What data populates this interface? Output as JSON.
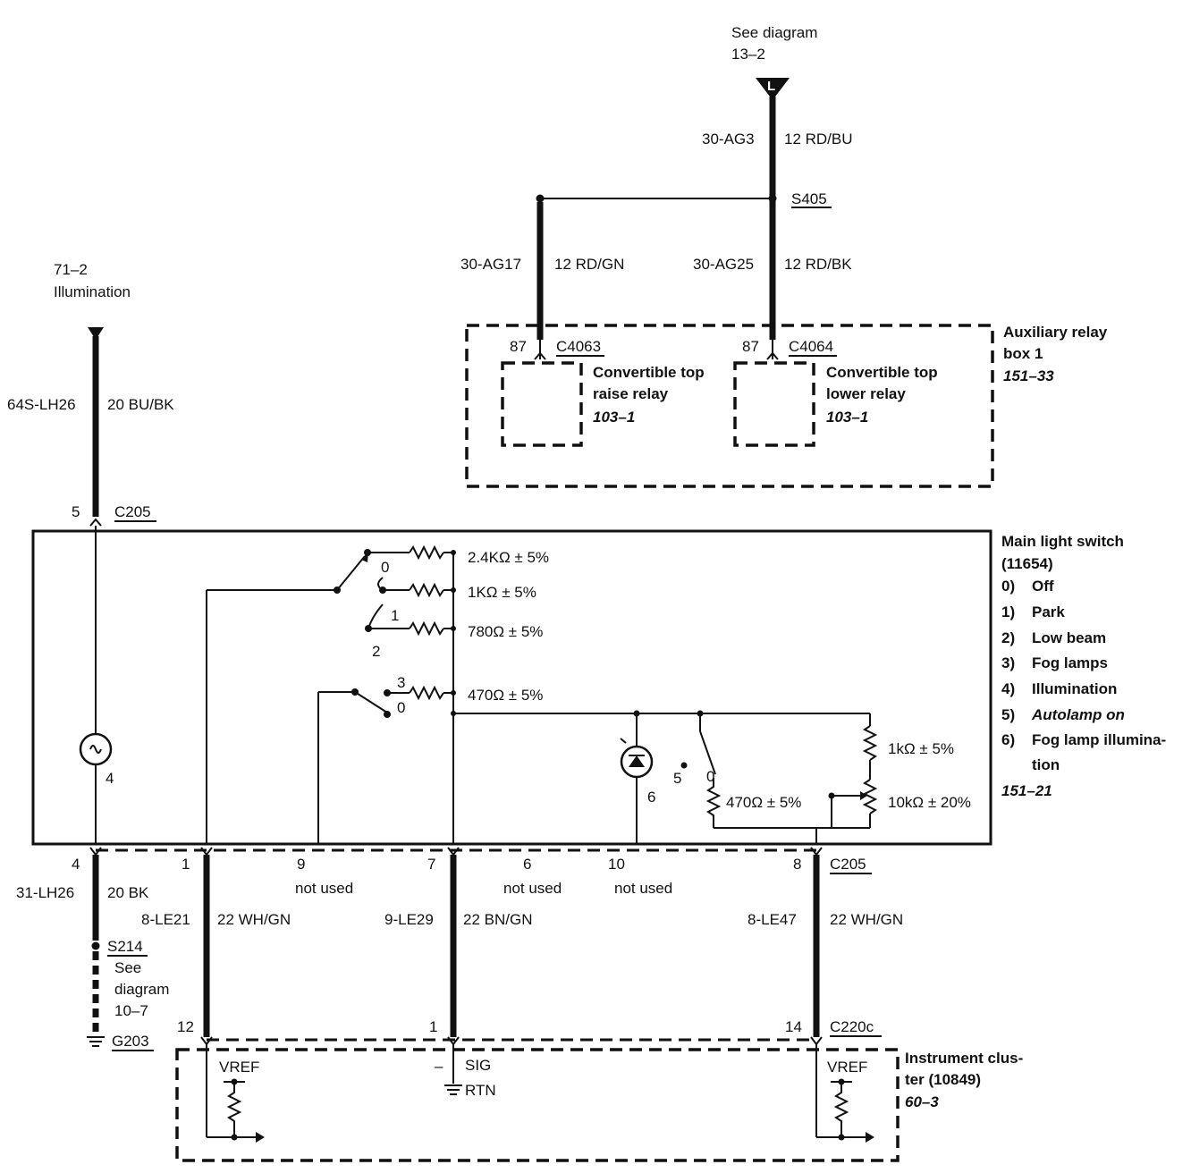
{
  "top_feed": {
    "see_diagram": "See diagram",
    "ref": "13–2",
    "connector_letter": "L"
  },
  "feed_wires": [
    {
      "circuit": "30-AG3",
      "color": "12 RD/BU"
    },
    {
      "circuit": "30-AG17",
      "color": "12 RD/GN"
    },
    {
      "circuit": "30-AG25",
      "color": "12 RD/BK"
    }
  ],
  "splices": {
    "s405": "S405",
    "s214": "S214"
  },
  "aux_relay_box": {
    "title_line1": "Auxiliary relay",
    "title_line2": "box 1",
    "ref": "151–33",
    "relays": [
      {
        "pin": "87",
        "connector": "C4063",
        "name_line1": "Convertible top",
        "name_line2": "raise relay",
        "ref": "103–1"
      },
      {
        "pin": "87",
        "connector": "C4064",
        "name_line1": "Convertible top",
        "name_line2": "lower relay",
        "ref": "103–1"
      }
    ]
  },
  "illumination_feed": {
    "ref": "71–2",
    "label": "Illumination",
    "circuit": "64S-LH26",
    "color": "20 BU/BK",
    "pin": "5",
    "connector": "C205"
  },
  "main_light_switch": {
    "title_line1": "Main light switch",
    "title_line2": "(11654)",
    "positions": [
      {
        "num": "0)",
        "label": "Off"
      },
      {
        "num": "1)",
        "label": "Park"
      },
      {
        "num": "2)",
        "label": "Low beam"
      },
      {
        "num": "3)",
        "label": "Fog lamps"
      },
      {
        "num": "4)",
        "label": "Illumination"
      },
      {
        "num": "5)",
        "label": "Autolamp on"
      },
      {
        "num": "6)",
        "label": "Fog lamp illumina-",
        "label2": "tion"
      }
    ],
    "ref": "151–21",
    "resistors": [
      "2.4KΩ ± 5%",
      "1KΩ ± 5%",
      "780Ω ± 5%",
      "470Ω ± 5%",
      "1kΩ ± 5%",
      "470Ω ± 5%",
      "10kΩ ± 20%"
    ],
    "switch_marks": {
      "s1_0": "0",
      "s1_1": "1",
      "s1_2": "2",
      "s2_3": "3",
      "s2_0": "0",
      "s3_5": "5",
      "s3_0": "0"
    },
    "lamp_num": "4",
    "led_num": "6"
  },
  "bottom_pins": [
    {
      "pin": "4"
    },
    {
      "pin": "1"
    },
    {
      "pin": "9",
      "note": "not used"
    },
    {
      "pin": "7"
    },
    {
      "pin": "6",
      "note": "not used"
    },
    {
      "pin": "10",
      "note": "not used"
    },
    {
      "pin": "8",
      "connector": "C205"
    }
  ],
  "ground_branch": {
    "circuit": "31-LH26",
    "color": "20 BK",
    "see1": "See",
    "see2": "diagram",
    "see3": "10–7",
    "ground": "G203"
  },
  "lower_wires": [
    {
      "circuit": "8-LE21",
      "color": "22 WH/GN"
    },
    {
      "circuit": "9-LE29",
      "color": "22 BN/GN"
    },
    {
      "circuit": "8-LE47",
      "color": "22 WH/GN"
    }
  ],
  "cluster": {
    "pins": [
      "12",
      "1",
      "14"
    ],
    "connector": "C220c",
    "title_line1": "Instrument clus-",
    "title_line2": "ter (10849)",
    "ref": "60–3",
    "vref_left": "VREF",
    "vref_right": "VREF",
    "minus": "–",
    "sig": "SIG",
    "rtn": "RTN"
  }
}
